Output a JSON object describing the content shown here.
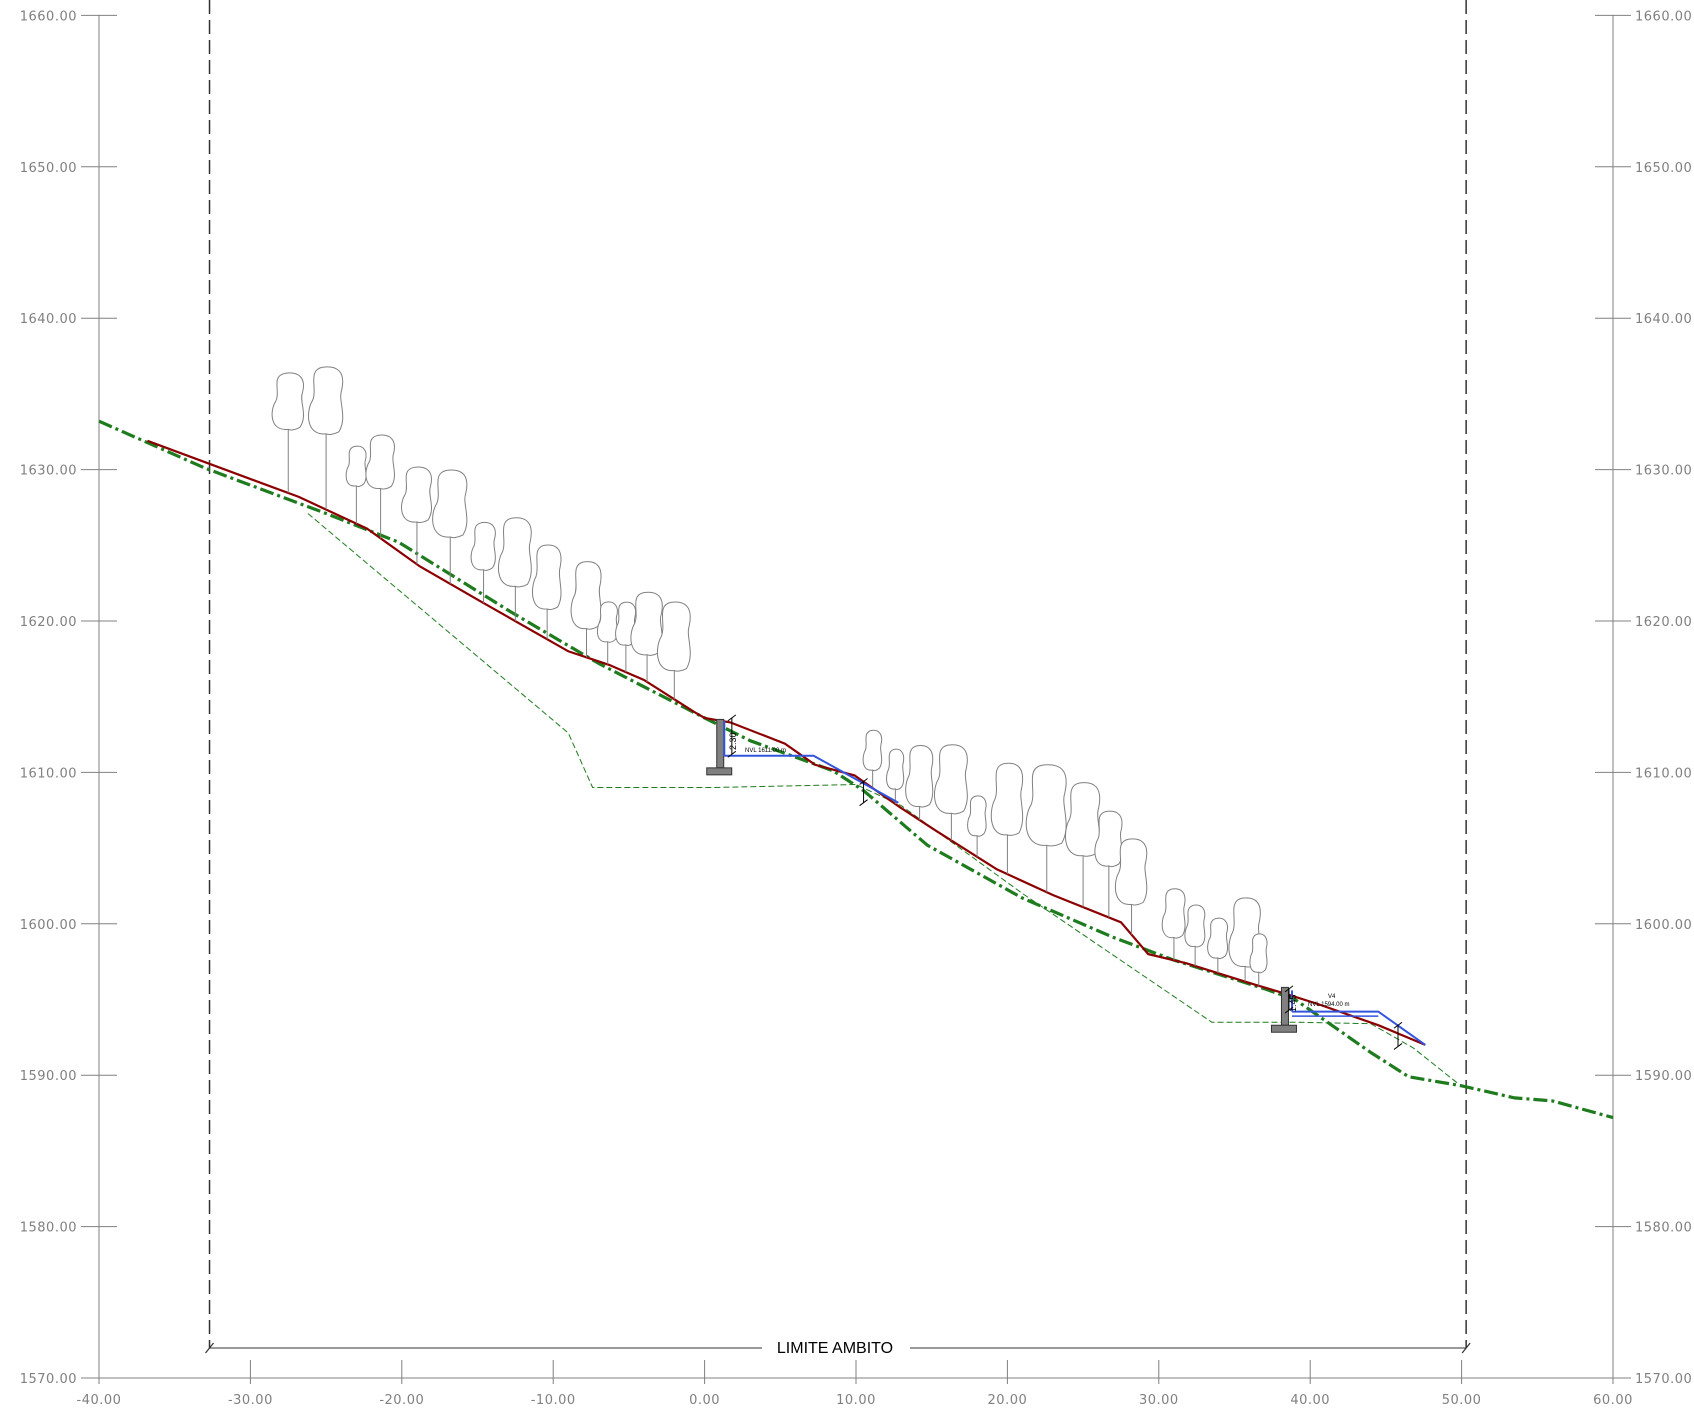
{
  "drawing": {
    "x_axis": {
      "min": -40,
      "max": 60,
      "ticks": [
        "-40.00",
        "-30.00",
        "-20.00",
        "-10.00",
        "0.00",
        "10.00",
        "20.00",
        "30.00",
        "40.00",
        "50.00",
        "60.00"
      ]
    },
    "y_axis": {
      "min": 1570,
      "max": 1660,
      "ticks": [
        "1570.00",
        "1580.00",
        "1590.00",
        "1600.00",
        "1610.00",
        "1620.00",
        "1630.00",
        "1640.00",
        "1650.00",
        "1660.00"
      ]
    },
    "limite_ambito": {
      "label": "LIMITE AMBITO",
      "x_start": -32.7,
      "x_end": 50.3
    },
    "upper_wall": {
      "level_label": "NVL 1611.00 m",
      "dimension_label": "2.30"
    },
    "lower_wall": {
      "tag": "V4",
      "level_label": "NVL 1594.00 m",
      "dimension_label": "1.45"
    },
    "colors": {
      "grid": "#808080",
      "terrain_existing": "#8b0000",
      "terrain_green": "#1e7b1e",
      "excavation": "#1e7b1e",
      "water_platform": "#3355dd",
      "wall": "#808080",
      "tree_outline": "#808080"
    },
    "profiles": {
      "existing_terrain": [
        [
          -36.8,
          1631.9
        ],
        [
          -26.8,
          1628.2
        ],
        [
          -22.3,
          1626.1
        ],
        [
          -18.8,
          1623.6
        ],
        [
          -14.8,
          1621.3
        ],
        [
          -9.0,
          1618.0
        ],
        [
          -6.3,
          1617.1
        ],
        [
          -4.0,
          1616.1
        ],
        [
          -0.7,
          1614.0
        ],
        [
          0.0,
          1613.6
        ],
        [
          1.7,
          1613.3
        ],
        [
          5.3,
          1611.9
        ],
        [
          7.3,
          1610.5
        ],
        [
          9.9,
          1609.8
        ],
        [
          12.9,
          1607.7
        ],
        [
          15.2,
          1606.2
        ],
        [
          19.3,
          1603.6
        ],
        [
          23.0,
          1601.9
        ],
        [
          27.5,
          1600.1
        ],
        [
          29.3,
          1598.0
        ],
        [
          31.8,
          1597.4
        ],
        [
          36.3,
          1596.0
        ],
        [
          38.3,
          1595.4
        ],
        [
          40.5,
          1594.7
        ],
        [
          44.5,
          1593.3
        ],
        [
          47.6,
          1592.0
        ]
      ],
      "green_terrain": [
        [
          -40.0,
          1633.2
        ],
        [
          -33.0,
          1630.1
        ],
        [
          -25.0,
          1627.1
        ],
        [
          -20.2,
          1625.2
        ],
        [
          -12.8,
          1620.6
        ],
        [
          -7.0,
          1617.2
        ],
        [
          0.0,
          1613.6
        ],
        [
          3.0,
          1612.1
        ],
        [
          8.5,
          1610.1
        ],
        [
          10.5,
          1608.8
        ],
        [
          14.7,
          1605.2
        ],
        [
          21.0,
          1601.7
        ],
        [
          27.0,
          1599.1
        ],
        [
          31.0,
          1597.6
        ],
        [
          37.0,
          1595.7
        ],
        [
          39.0,
          1595.0
        ],
        [
          41.0,
          1593.6
        ],
        [
          44.0,
          1591.5
        ],
        [
          46.5,
          1589.9
        ],
        [
          50.0,
          1589.3
        ],
        [
          53.5,
          1588.5
        ],
        [
          56.0,
          1588.3
        ],
        [
          60.0,
          1587.2
        ]
      ],
      "excavation_line": [
        [
          -26.2,
          1627.1
        ],
        [
          -9.0,
          1612.6
        ],
        [
          -7.4,
          1609.0
        ],
        [
          0.5,
          1609.0
        ],
        [
          10.0,
          1609.2
        ],
        [
          13.0,
          1607.8
        ],
        [
          21.0,
          1602.0
        ],
        [
          33.5,
          1593.5
        ],
        [
          39.0,
          1593.5
        ],
        [
          44.0,
          1593.4
        ],
        [
          46.8,
          1591.8
        ],
        [
          49.7,
          1589.5
        ]
      ],
      "upper_platform": [
        [
          1.3,
          1611.1
        ],
        [
          7.2,
          1611.1
        ],
        [
          12.8,
          1608.0
        ]
      ],
      "lower_platform": [
        [
          38.8,
          1594.2
        ],
        [
          44.5,
          1594.2
        ],
        [
          47.6,
          1592.0
        ]
      ]
    },
    "upper_trees": [
      {
        "x": -27.5,
        "h": 4.2,
        "w": 2.2,
        "ch": 3.7
      },
      {
        "x": -25.0,
        "h": 5.0,
        "w": 2.4,
        "ch": 4.4
      },
      {
        "x": -23.0,
        "h": 2.5,
        "w": 1.4,
        "ch": 2.6
      },
      {
        "x": -21.4,
        "h": 3.3,
        "w": 2.0,
        "ch": 3.5
      },
      {
        "x": -19.0,
        "h": 2.8,
        "w": 2.1,
        "ch": 3.6
      },
      {
        "x": -16.8,
        "h": 3.1,
        "w": 2.4,
        "ch": 4.4
      },
      {
        "x": -14.6,
        "h": 2.2,
        "w": 1.7,
        "ch": 3.1
      },
      {
        "x": -12.5,
        "h": 2.3,
        "w": 2.3,
        "ch": 4.5
      },
      {
        "x": -10.4,
        "h": 2.0,
        "w": 2.0,
        "ch": 4.2
      },
      {
        "x": -7.8,
        "h": 1.9,
        "w": 2.1,
        "ch": 4.4
      },
      {
        "x": -6.4,
        "h": 1.5,
        "w": 1.4,
        "ch": 2.6
      },
      {
        "x": -5.2,
        "h": 1.8,
        "w": 1.4,
        "ch": 2.8
      },
      {
        "x": -3.8,
        "h": 1.8,
        "w": 2.2,
        "ch": 4.1
      },
      {
        "x": -2.0,
        "h": 1.9,
        "w": 2.3,
        "ch": 4.5
      }
    ],
    "lower_trees": [
      {
        "x": 11.1,
        "h": 1.2,
        "w": 1.3,
        "ch": 2.6
      },
      {
        "x": 12.6,
        "h": 1.0,
        "w": 1.2,
        "ch": 2.6
      },
      {
        "x": 14.2,
        "h": 0.9,
        "w": 1.9,
        "ch": 4.0
      },
      {
        "x": 16.3,
        "h": 1.8,
        "w": 2.3,
        "ch": 4.5
      },
      {
        "x": 18.0,
        "h": 1.4,
        "w": 1.3,
        "ch": 2.6
      },
      {
        "x": 20.0,
        "h": 2.6,
        "w": 2.2,
        "ch": 4.7
      },
      {
        "x": 22.6,
        "h": 3.1,
        "w": 2.8,
        "ch": 5.3
      },
      {
        "x": 25.0,
        "h": 3.4,
        "w": 2.4,
        "ch": 4.8
      },
      {
        "x": 26.7,
        "h": 3.4,
        "w": 1.9,
        "ch": 3.6
      },
      {
        "x": 28.2,
        "h": 2.0,
        "w": 2.2,
        "ch": 4.3
      },
      {
        "x": 31.0,
        "h": 1.5,
        "w": 1.6,
        "ch": 3.2
      },
      {
        "x": 32.4,
        "h": 1.3,
        "w": 1.4,
        "ch": 2.7
      },
      {
        "x": 33.9,
        "h": 1.0,
        "w": 1.4,
        "ch": 2.6
      },
      {
        "x": 35.7,
        "h": 1.0,
        "w": 2.2,
        "ch": 4.5
      },
      {
        "x": 36.6,
        "h": 0.9,
        "w": 1.2,
        "ch": 2.5
      }
    ]
  }
}
